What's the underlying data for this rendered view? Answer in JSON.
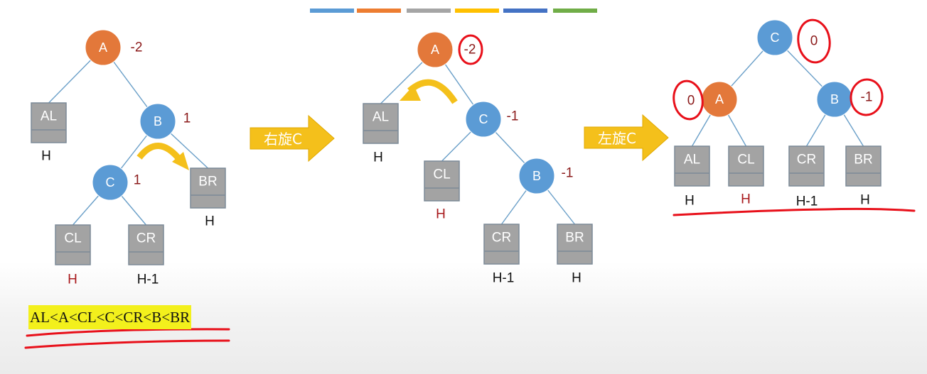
{
  "colors": {
    "node_orange": "#e3783a",
    "node_blue": "#5b9bd5",
    "leaf_gray": "#a3a3a3",
    "arrow_yellow": "#f4c01b",
    "edge": "#6a9fc8",
    "factor_text": "#8b1a1a",
    "annotation_red": "#e8101a",
    "legend": [
      "#5b9bd5",
      "#ed7d31",
      "#a5a5a5",
      "#ffc000",
      "#4472c4",
      "#70ad47"
    ]
  },
  "tree1": {
    "nodes": [
      {
        "id": "a",
        "label": "A",
        "factor": "-2",
        "color": "orange"
      },
      {
        "id": "b",
        "label": "B",
        "factor": "1",
        "color": "blue"
      },
      {
        "id": "c",
        "label": "C",
        "factor": "1",
        "color": "blue"
      }
    ],
    "leaves": [
      {
        "id": "al",
        "label": "AL",
        "height": "H",
        "height_red": false
      },
      {
        "id": "br",
        "label": "BR",
        "height": "H",
        "height_red": false
      },
      {
        "id": "cl",
        "label": "CL",
        "height": "H",
        "height_red": true
      },
      {
        "id": "cr",
        "label": "CR",
        "height": "H-1",
        "height_red": false
      }
    ]
  },
  "step1": {
    "label": "右旋C"
  },
  "tree2": {
    "nodes": [
      {
        "id": "a",
        "label": "A",
        "factor": "-2",
        "color": "orange"
      },
      {
        "id": "c",
        "label": "C",
        "factor": "-1",
        "color": "blue"
      },
      {
        "id": "b",
        "label": "B",
        "factor": "-1",
        "color": "blue"
      }
    ],
    "leaves": [
      {
        "id": "al",
        "label": "AL",
        "height": "H",
        "height_red": false
      },
      {
        "id": "cl",
        "label": "CL",
        "height": "H",
        "height_red": true
      },
      {
        "id": "cr",
        "label": "CR",
        "height": "H-1",
        "height_red": false
      },
      {
        "id": "br",
        "label": "BR",
        "height": "H",
        "height_red": false
      }
    ]
  },
  "step2": {
    "label": "左旋C"
  },
  "tree3": {
    "nodes": [
      {
        "id": "c",
        "label": "C",
        "factor": "0",
        "color": "blue"
      },
      {
        "id": "a",
        "label": "A",
        "factor": "0",
        "color": "orange"
      },
      {
        "id": "b",
        "label": "B",
        "factor": "-1",
        "color": "blue"
      }
    ],
    "leaves": [
      {
        "id": "al",
        "label": "AL",
        "height": "H",
        "height_red": false
      },
      {
        "id": "cl",
        "label": "CL",
        "height": "H",
        "height_red": true
      },
      {
        "id": "cr",
        "label": "CR",
        "height": "H-1",
        "height_red": false
      },
      {
        "id": "br",
        "label": "BR",
        "height": "H",
        "height_red": false
      }
    ]
  },
  "ordering": "AL<A<CL<C<CR<B<BR"
}
